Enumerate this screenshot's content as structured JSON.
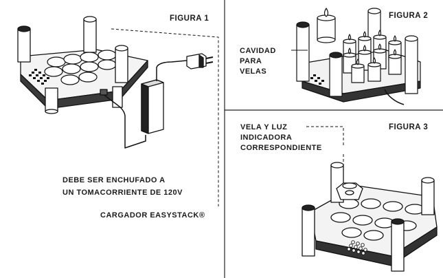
{
  "figures": {
    "fig1": {
      "title": "FIGURA 1",
      "plug_note_line1": "DEBE SER ENCHUFADO A",
      "plug_note_line2": "UN TOMACORRIENTE DE 120V",
      "charger_label": "CARGADOR EASYSTACK®"
    },
    "fig2": {
      "title": "FIGURA 2",
      "cavity_label_line1": "CAVIDAD",
      "cavity_label_line2": "PARA",
      "cavity_label_line3": "VELAS"
    },
    "fig3": {
      "title": "FIGURA 3",
      "candle_label_line1": "VELA Y LUZ",
      "candle_label_line2": "INDICADORA",
      "candle_label_line3": "CORRESPONDIENTE"
    }
  }
}
